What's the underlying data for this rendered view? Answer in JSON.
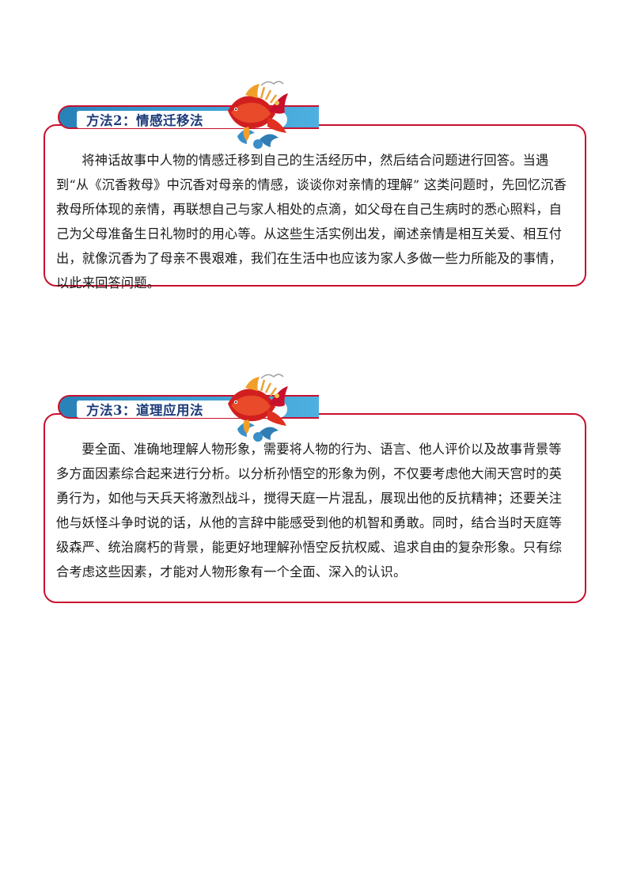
{
  "sections": [
    {
      "title": "方法2：情感迁移法",
      "text": "将神话故事中人物的情感迁移到自己的生活经历中，然后结合问题进行回答。当遇到“从《沉香救母》中沉香对母亲的情感，谈谈你对亲情的理解” 这类问题时，先回忆沉香救母所体现的亲情，再联想自己与家人相处的点滴，如父母在自己生病时的悉心照料，自己为父母准备生日礼物时的用心等。从这些生活实例出发，阐述亲情是相互关爱、相互付出，就像沉香为了母亲不畏艰难，我们在生活中也应该为家人多做一些力所能及的事情，以此来回答问题。"
    },
    {
      "title": "方法3：道理应用法",
      "text": "要全面、准确地理解人物形象，需要将人物的行为、语言、他人评价以及故事背景等多方面因素综合起来进行分析。以分析孙悟空的形象为例，不仅要考虑他大闹天宫时的英勇行为，如他与天兵天将激烈战斗，搅得天庭一片混乱，展现出他的反抗精神；还要关注他与妖怪斗争时说的话，从他的言辞中能感受到他的机智和勇敢。同时，结合当时天庭等级森严、统治腐朽的背景，能更好地理解孙悟空反抗权威、追求自由的复杂形象。只有综合考虑这些因素，才能对人物形象有一个全面、深入的认识。"
    }
  ],
  "colors": {
    "accent": "#c8102e",
    "tab_blue": "#2a83b8",
    "title_blue": "#1d3c79"
  },
  "icons": [
    "koi-fish-decoration-icon"
  ]
}
